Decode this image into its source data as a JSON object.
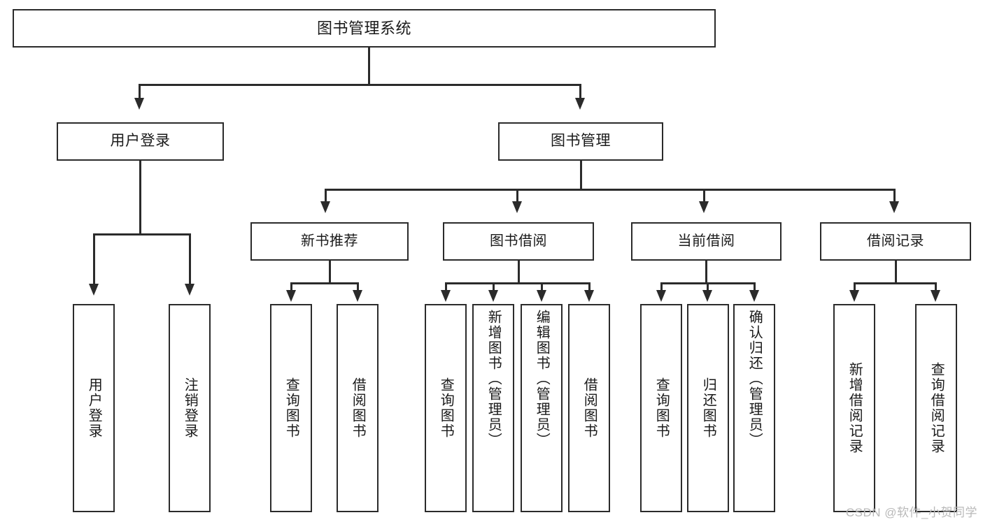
{
  "diagram": {
    "title_text": "图书管理系统",
    "type": "tree",
    "watermark": "CSDN @软件_小贺同学",
    "colors": {
      "border": "#2b2b2b",
      "box_fill": "#ffffff",
      "text": "#1a1a1a",
      "watermark": "#b9b9b9",
      "background": "#ffffff"
    },
    "root": {
      "label": "图书管理系统"
    },
    "level1": [
      {
        "label": "用户登录"
      },
      {
        "label": "图书管理"
      }
    ],
    "level2": [
      {
        "label": "新书推荐",
        "parent": "图书管理"
      },
      {
        "label": "图书借阅",
        "parent": "图书管理"
      },
      {
        "label": "当前借阅",
        "parent": "图书管理"
      },
      {
        "label": "借阅记录",
        "parent": "图书管理"
      }
    ],
    "leaves": {
      "user_login": [
        {
          "label": "用户登录"
        },
        {
          "label": "注销登录"
        }
      ],
      "new_book_recommend": [
        {
          "label": "查询图书"
        },
        {
          "label": "借阅图书"
        }
      ],
      "book_borrow": [
        {
          "label": "查询图书"
        },
        {
          "label": "新增图书（管理员）"
        },
        {
          "label": "编辑图书（管理员）"
        },
        {
          "label": "借阅图书"
        }
      ],
      "current_borrow": [
        {
          "label": "查询图书"
        },
        {
          "label": "归还图书"
        },
        {
          "label": "确认归还（管理员）"
        }
      ],
      "borrow_record": [
        {
          "label": "新增借阅记录"
        },
        {
          "label": "查询借阅记录"
        }
      ]
    }
  }
}
